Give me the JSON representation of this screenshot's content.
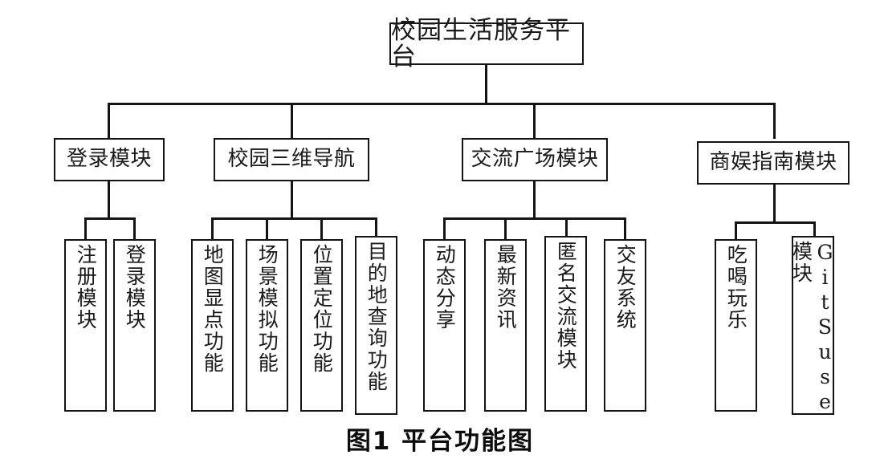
{
  "figure": {
    "caption": "图1 平台功能图",
    "root": {
      "label": "校园生活服务平台"
    },
    "modules": [
      {
        "label": "登录模块",
        "children": [
          {
            "label": "注册模块"
          },
          {
            "label": "登录模块"
          }
        ]
      },
      {
        "label": "校园三维导航",
        "children": [
          {
            "label": "地图显点功能"
          },
          {
            "label": "场景模拟功能"
          },
          {
            "label": "位置定位功能"
          },
          {
            "label": "目的地查询功能"
          }
        ]
      },
      {
        "label": "交流广场模块",
        "children": [
          {
            "label": "动态分享"
          },
          {
            "label": "最新资讯"
          },
          {
            "label": "匿名交流模块"
          },
          {
            "label": "交友系统"
          }
        ]
      },
      {
        "label": "商娱指南模块",
        "children": [
          {
            "label": "吃喝玩乐"
          },
          {
            "label": "GitSuse模块"
          }
        ]
      }
    ],
    "colors": {
      "line": "#141414",
      "box_border": "#141414",
      "background": "#ffffff",
      "text": "#1a1a1a"
    }
  }
}
